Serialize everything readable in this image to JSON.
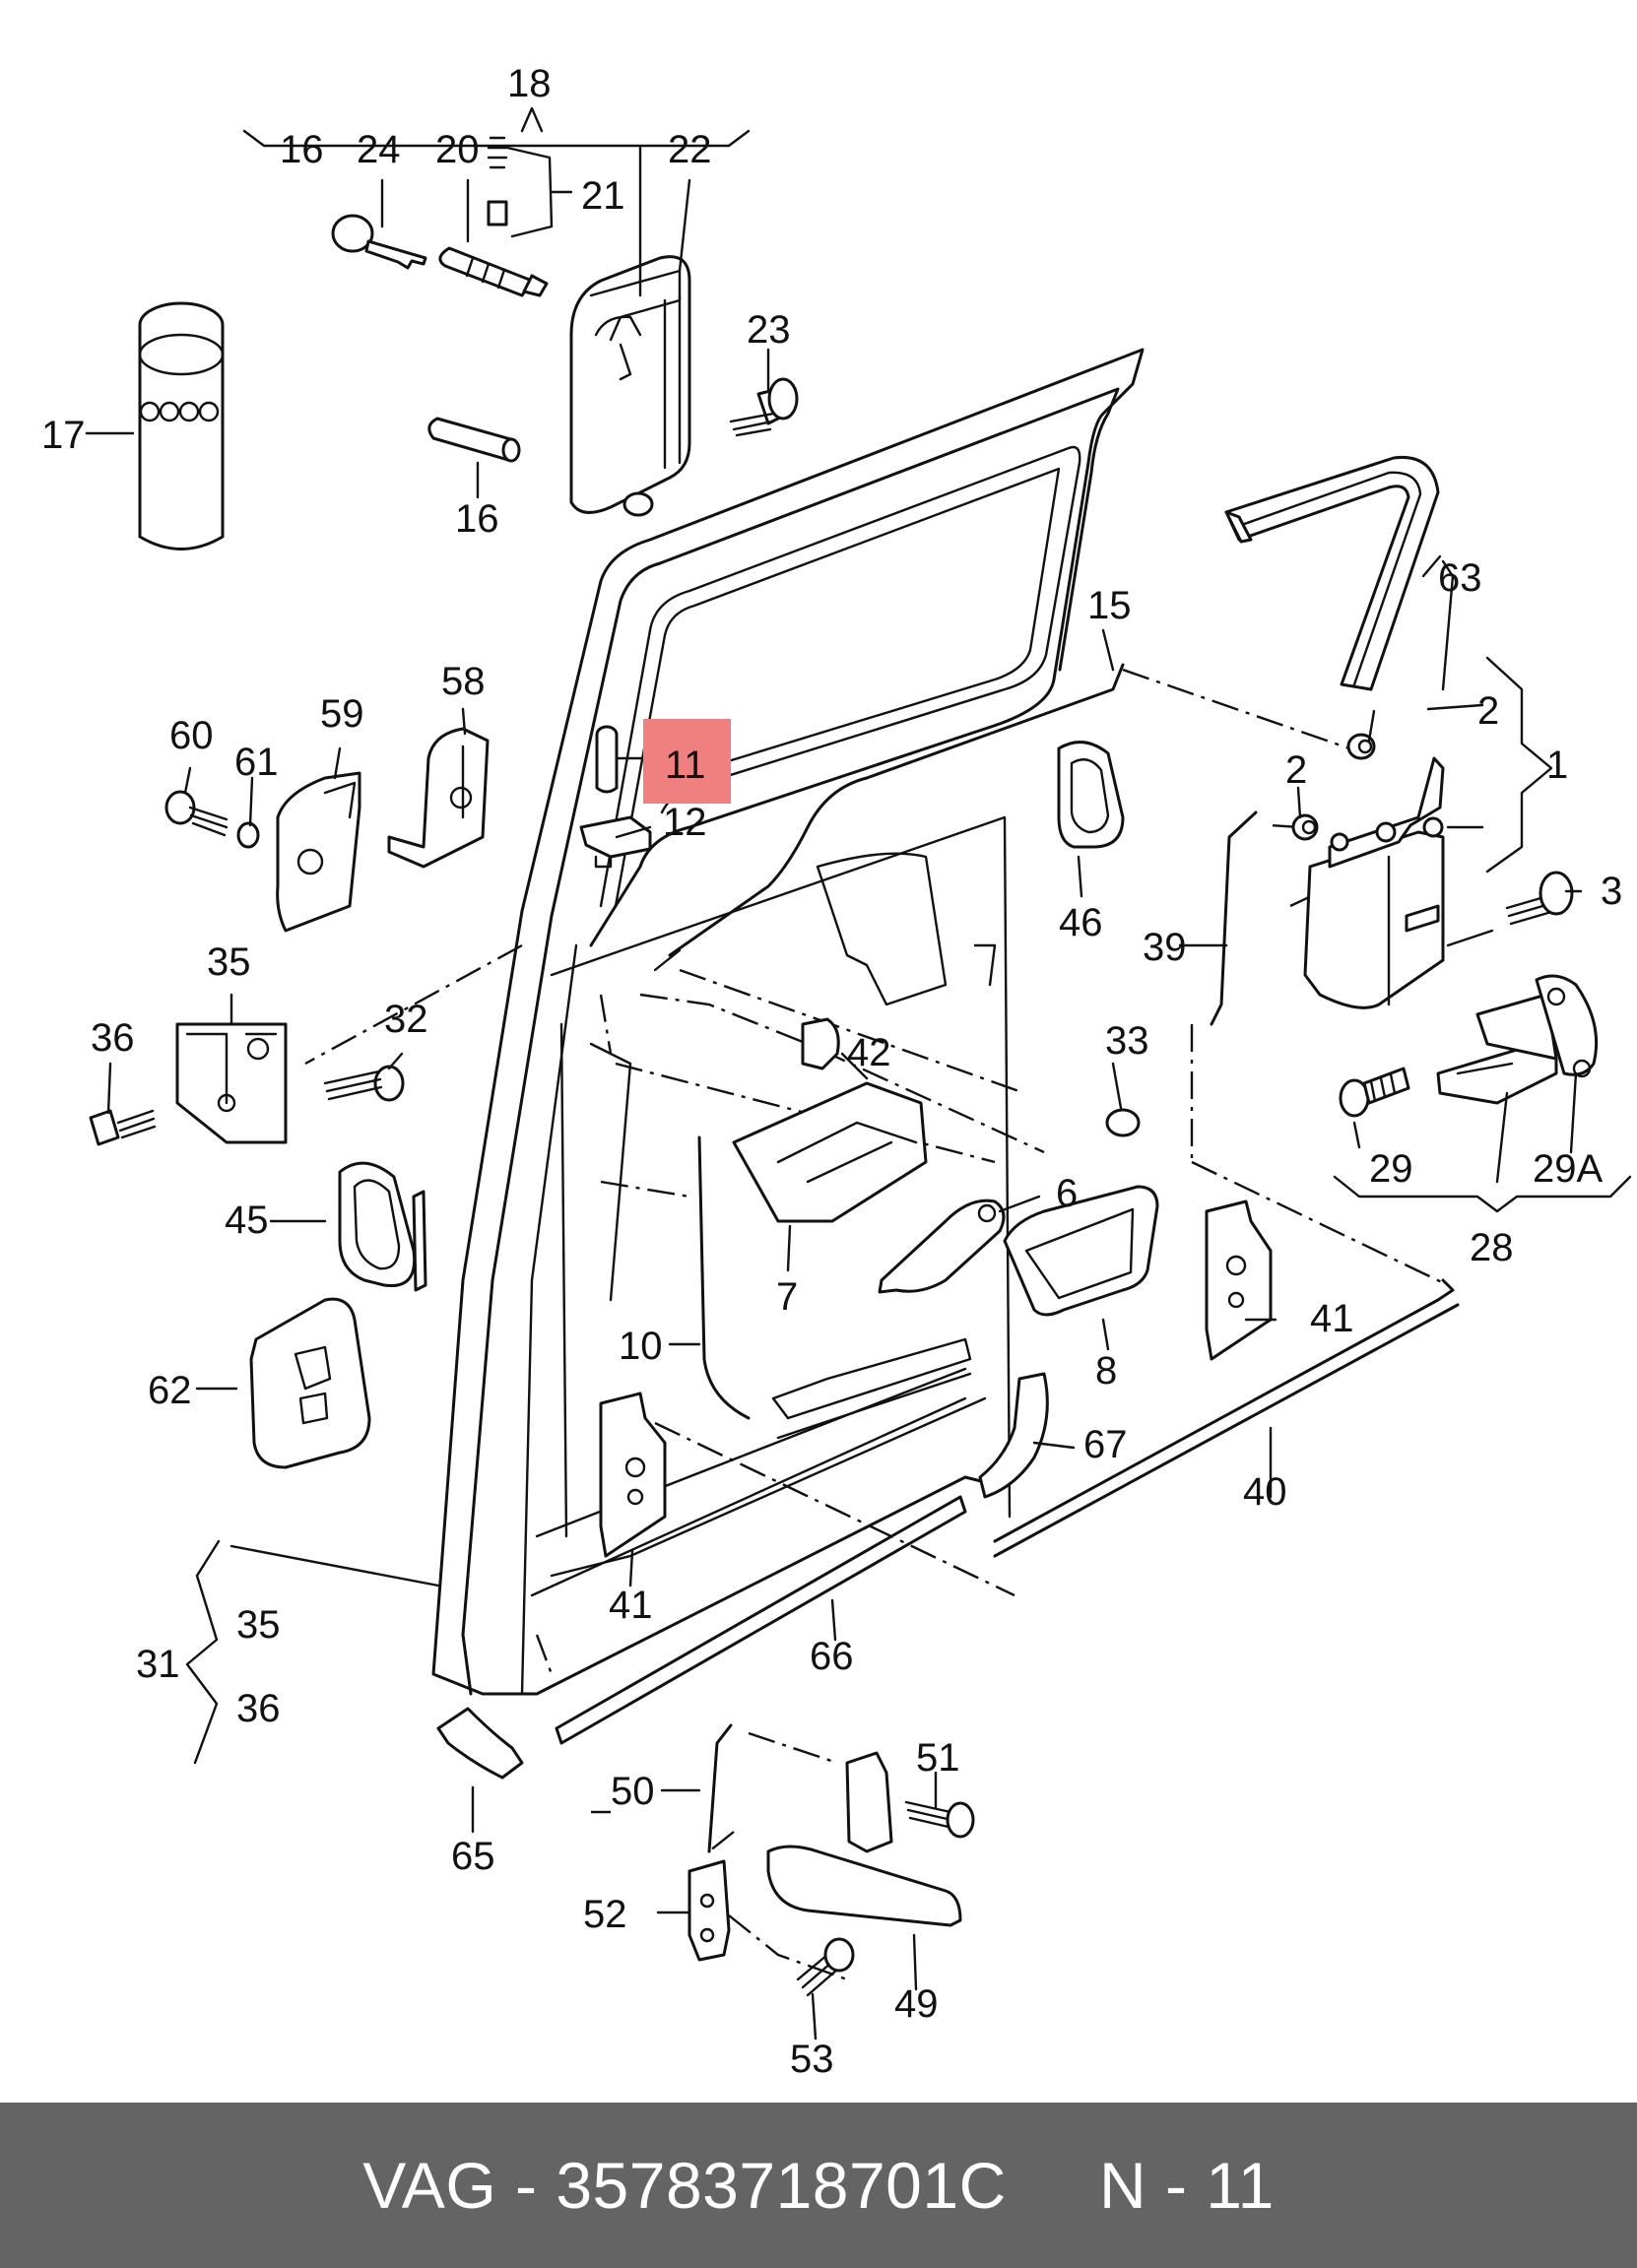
{
  "footer": {
    "brand": "VAG",
    "separator": " - ",
    "part_number": "35783718701C",
    "position_label": "N - 11"
  },
  "highlight": {
    "label": "11",
    "color": "#f08080"
  },
  "callouts": {
    "c1": "1",
    "c2a": "2",
    "c2b": "2",
    "c3": "3",
    "c6": "6",
    "c7": "7",
    "c8": "8",
    "c10": "10",
    "c12": "12",
    "c15": "15",
    "c16a": "16",
    "c16b": "16",
    "c17": "17",
    "c18": "18",
    "c20": "20",
    "c21": "21",
    "c22": "22",
    "c23": "23",
    "c24": "24",
    "c28": "28",
    "c29": "29",
    "c29a": "29A",
    "c31": "31",
    "c32": "32",
    "c33": "33",
    "c35a": "35",
    "c35b": "35",
    "c36a": "36",
    "c36b": "36",
    "c39": "39",
    "c40": "40",
    "c41a": "41",
    "c41b": "41",
    "c42": "42",
    "c45": "45",
    "c46": "46",
    "c49": "49",
    "c50": "50",
    "c51": "51",
    "c52": "52",
    "c53": "53",
    "c58": "58",
    "c59": "59",
    "c60": "60",
    "c61": "61",
    "c62": "62",
    "c63": "63",
    "c65": "65",
    "c66": "66",
    "c67": "67"
  }
}
